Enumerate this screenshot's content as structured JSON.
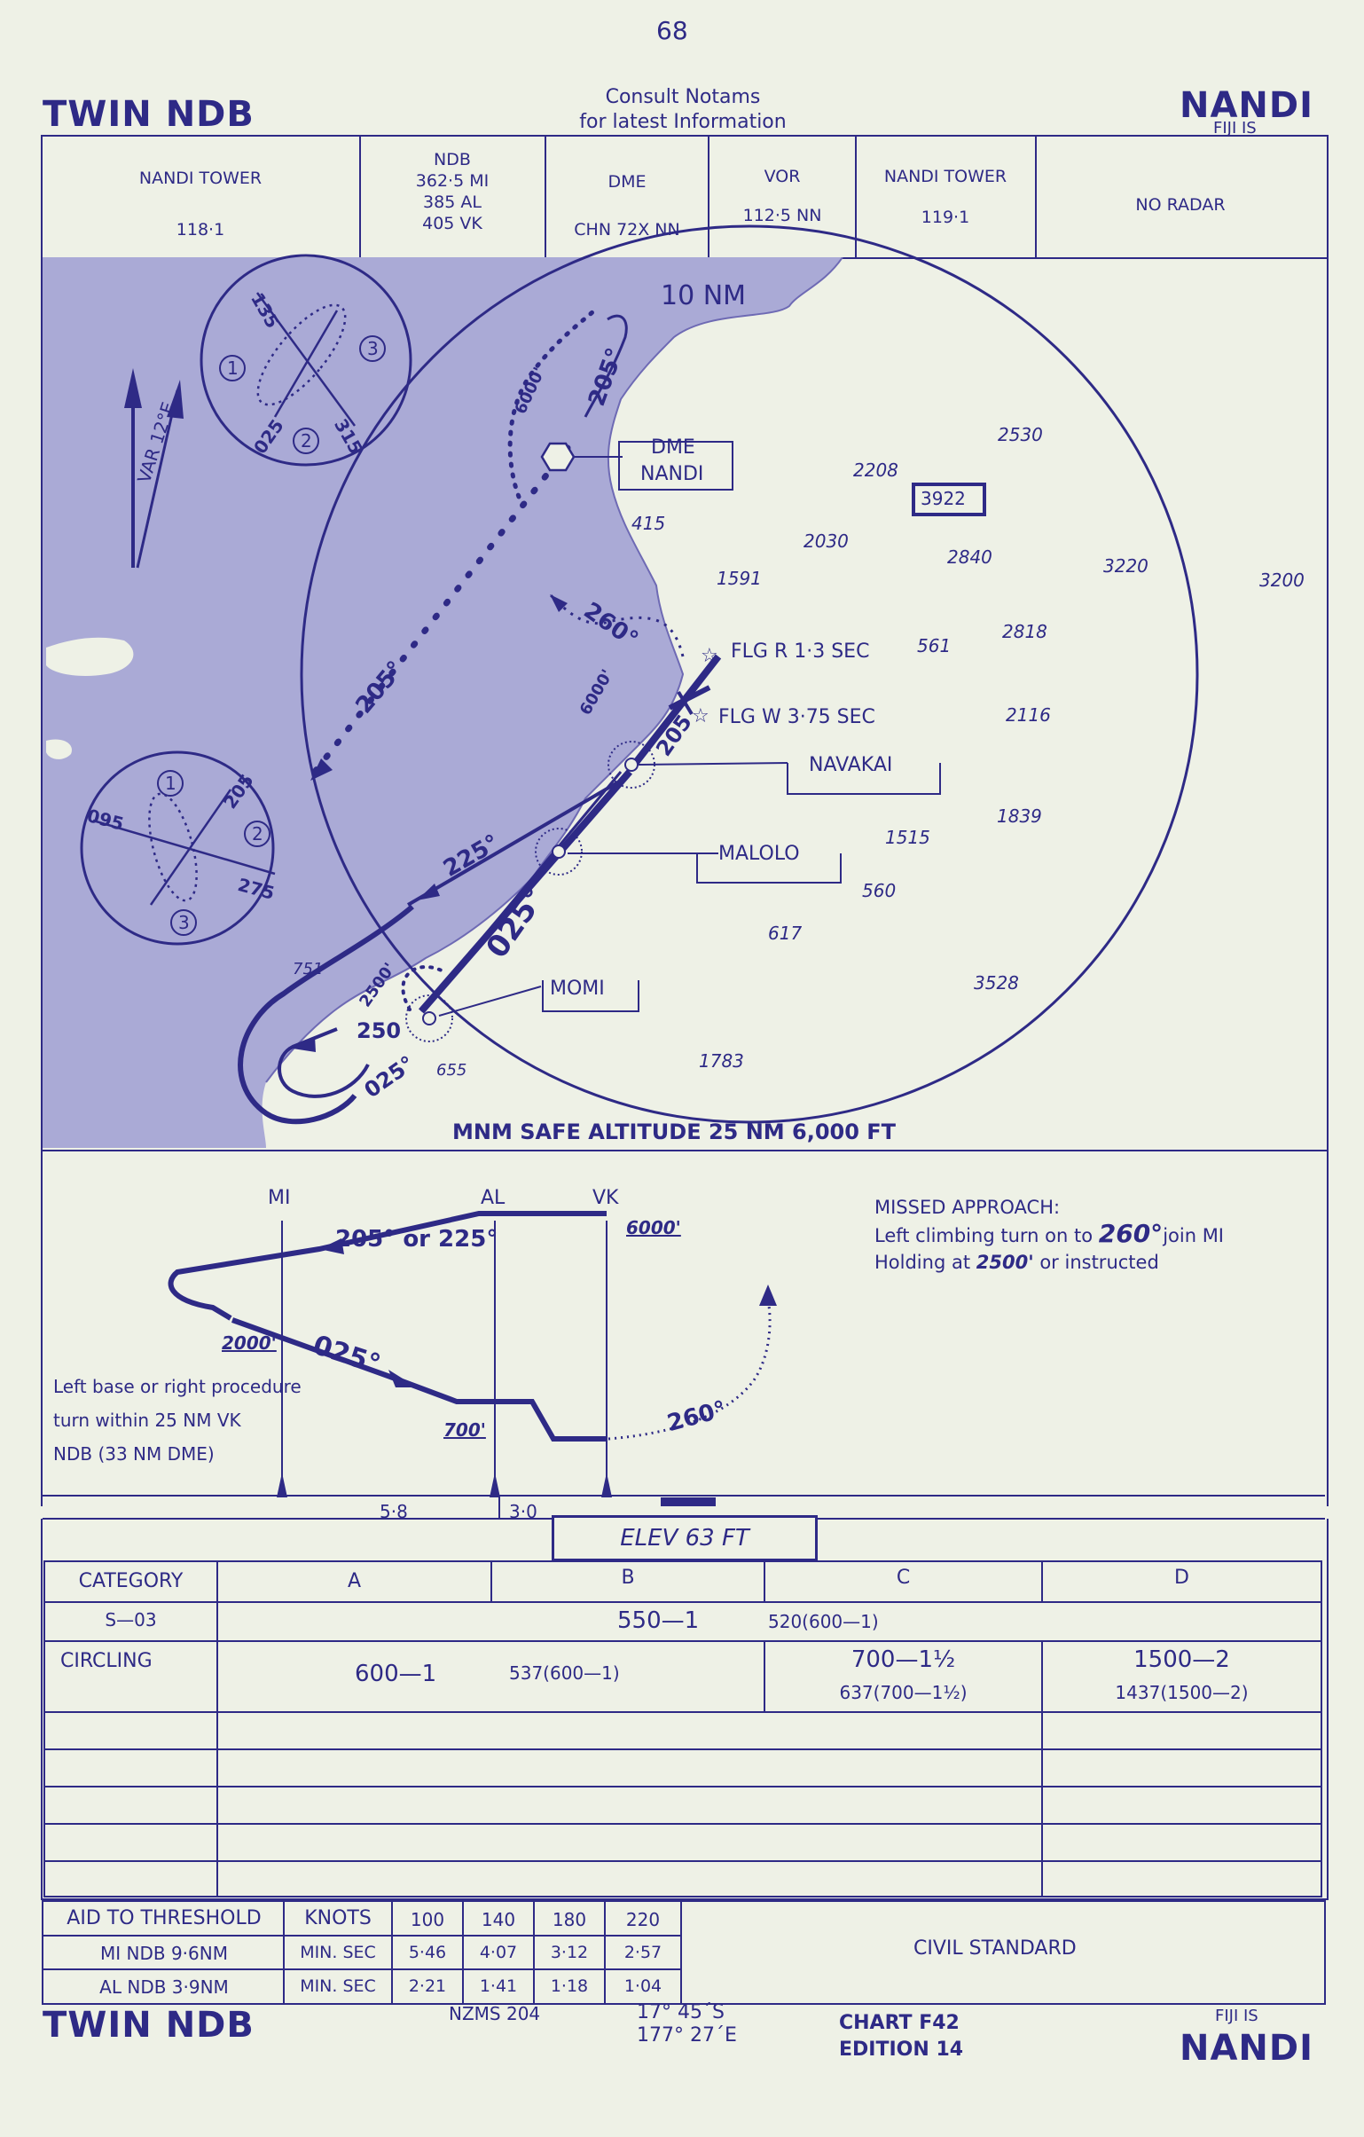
{
  "page_number": "68",
  "header": {
    "left_title": "TWIN NDB",
    "notams_line1": "Consult  Notams",
    "notams_line2": "for latest Information",
    "right_title": "NANDI",
    "right_sub": "FIJI  IS"
  },
  "freq_box": {
    "tower_label": "NANDI     TOWER",
    "tower_freq": "118·1",
    "ndb_label": "NDB",
    "ndb_1": "362·5  MI",
    "ndb_2": "385    AL",
    "ndb_3": "405    VK",
    "dme_label": "DME",
    "dme_value": "CHN 72X NN",
    "vor_label": "VOR",
    "vor_value": "112·5   NN",
    "tower2_label": "NANDI  TOWER",
    "tower2_freq": "119·1",
    "radar": "NO   RADAR"
  },
  "plan_view": {
    "ring_label": "10  NM",
    "var_label": "VAR 12°E",
    "dme_label": "DME",
    "dme_name": "NANDI",
    "navakai": "NAVAKAI",
    "malolo": "MALOLO",
    "momi": "MOMI",
    "flg_r": "FLG R 1·3 SEC",
    "flg_w": "FLG W 3·75 SEC",
    "msa": "MNM SAFE ALTITUDE 25 NM 6,000 FT",
    "boxed_elev": "3922",
    "elevations": [
      "2530",
      "2208",
      "415",
      "2030",
      "2840",
      "3220",
      "3200",
      "1591",
      "561",
      "2818",
      "2116",
      "1839",
      "1515",
      "560",
      "617",
      "3528",
      "1783",
      "751",
      "655"
    ],
    "tracks": [
      "205°",
      "6000'",
      "260°",
      "6000'",
      "205",
      "225°",
      "025°",
      "2500'",
      "250",
      "025°"
    ],
    "hold1": {
      "in": "135",
      "out1": "025",
      "out2": "315",
      "n1": "1",
      "n2": "2",
      "n3": "3"
    },
    "hold2": {
      "a": "095",
      "b": "205",
      "c": "275",
      "n1": "1",
      "n2": "2",
      "n3": "3"
    }
  },
  "profile": {
    "mi": "MI",
    "al": "AL",
    "vk": "VK",
    "alt_6000": "6000'",
    "trk_205": "205° or 225°",
    "alt_2000": "2000'",
    "trk_025": "025°",
    "alt_700": "700'",
    "trk_260": "260°",
    "note1": "Left base or right procedure",
    "note2": "turn within 25 NM   VK",
    "note3": "NDB   (33 NM DME)",
    "ma_title": "MISSED APPROACH:",
    "ma_line2a": "Left climbing turn on to",
    "ma_line2b": "260°",
    "ma_line2c": "join   MI",
    "ma_line3a": "Holding at",
    "ma_line3b": "2500'",
    "ma_line3c": "or   instructed",
    "dist1": "5·8",
    "dist2": "3·0",
    "elev": "ELEV   63 FT"
  },
  "minima": {
    "headers": [
      "CATEGORY",
      "A",
      "B",
      "C",
      "D"
    ],
    "s03_label": "S—03",
    "s03_value": "550—1",
    "s03_sub": "520(600—1)",
    "circling_label": "CIRCLING",
    "circ_a": "600—1",
    "circ_a_sub": "537(600—1)",
    "circ_c": "700—1½",
    "circ_c_sub": "637(700—1½)",
    "circ_d": "1500—2",
    "circ_d_sub": "1437(1500—2)"
  },
  "timing": {
    "head_label": "AID TO THRESHOLD",
    "head_knots": "KNOTS",
    "speeds": [
      "100",
      "140",
      "180",
      "220"
    ],
    "rows": [
      {
        "aid": "MI  NDB  9·6NM",
        "unit": "MIN. SEC",
        "times": [
          "5·46",
          "4·07",
          "3·12",
          "2·57"
        ]
      },
      {
        "aid": "AL  NDB  3·9NM",
        "unit": "MIN. SEC",
        "times": [
          "2·21",
          "1·41",
          "1·18",
          "1·04"
        ]
      }
    ],
    "civil": "CIVIL STANDARD"
  },
  "footer": {
    "left_title": "TWIN NDB",
    "nzms": "NZMS   204",
    "coord1": "17° 45´S",
    "coord2": "177° 27´E",
    "chart": "CHART   F42",
    "edition": "EDITION  14",
    "right_sub": "FIJI   IS",
    "right_title": "NANDI"
  },
  "colors": {
    "ink": "#2e2a86",
    "paper": "#eef1e6",
    "land": "#aaaad6"
  }
}
